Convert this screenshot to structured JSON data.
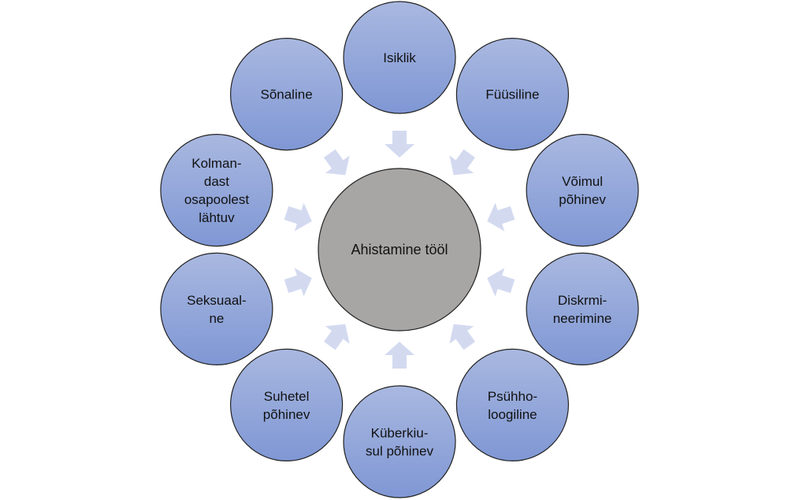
{
  "center": {
    "label": [
      "Ahistamine tööl"
    ]
  },
  "nodes": [
    {
      "id": "isiklik",
      "label": [
        "Isiklik"
      ]
    },
    {
      "id": "fuusiline",
      "label": [
        "Füüsiline"
      ]
    },
    {
      "id": "voimul-pohinev",
      "label": [
        "Võimul",
        "põhinev"
      ]
    },
    {
      "id": "diskrimineerimine",
      "label": [
        "Diskrmi-",
        "neerimine"
      ]
    },
    {
      "id": "psuhholoogiline",
      "label": [
        "Psühho-",
        "loogiline"
      ]
    },
    {
      "id": "kuberkiusul-pohinev",
      "label": [
        "Küberkiu-",
        "sul põhinev"
      ]
    },
    {
      "id": "suhetel-pohinev",
      "label": [
        "Suhetel",
        "põhinev"
      ]
    },
    {
      "id": "seksuaalne",
      "label": [
        "Seksuaal-",
        "ne"
      ]
    },
    {
      "id": "kolmandast-osapoolest",
      "label": [
        "Kolman-",
        "dast",
        "osapoolest",
        "lähtuv"
      ]
    },
    {
      "id": "sonaline",
      "label": [
        "Sõnaline"
      ]
    }
  ],
  "colors": {
    "node_top": "#a9b8e0",
    "node_bottom": "#7f97d4",
    "node_stroke": "#222222",
    "center_fill": "#a8a5a5",
    "arrow_fill": "#d3daf0"
  }
}
